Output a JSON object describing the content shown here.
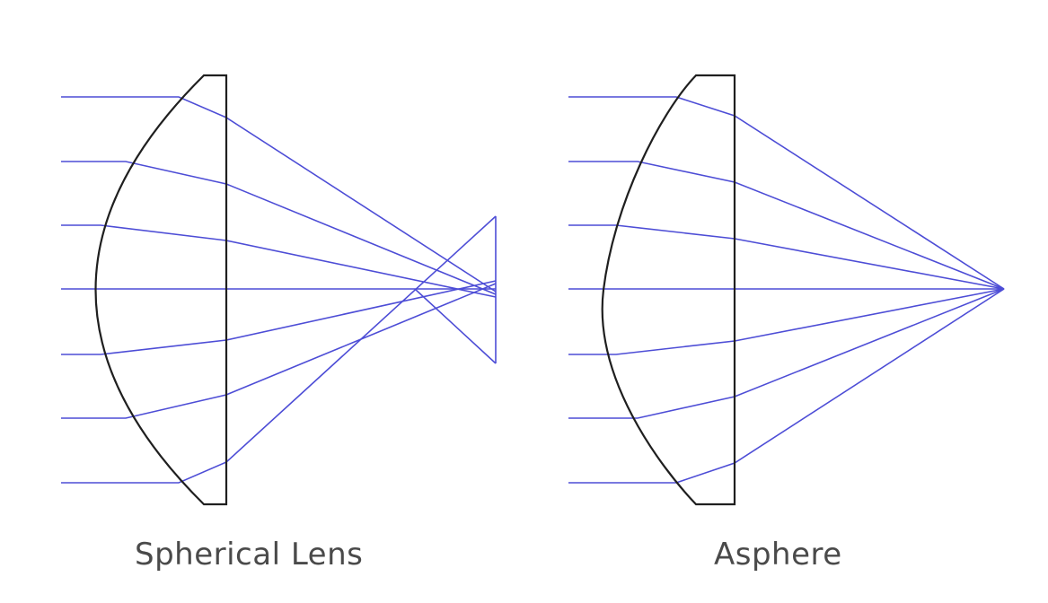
{
  "panels": [
    {
      "id": "spherical",
      "caption": "Spherical Lens"
    },
    {
      "id": "asphere",
      "caption": "Asphere"
    }
  ],
  "colors": {
    "ray": "#4d4dd6",
    "lens_outline": "#1f1f1f",
    "caption_text": "#4a4a4a",
    "background": "#ffffff"
  }
}
